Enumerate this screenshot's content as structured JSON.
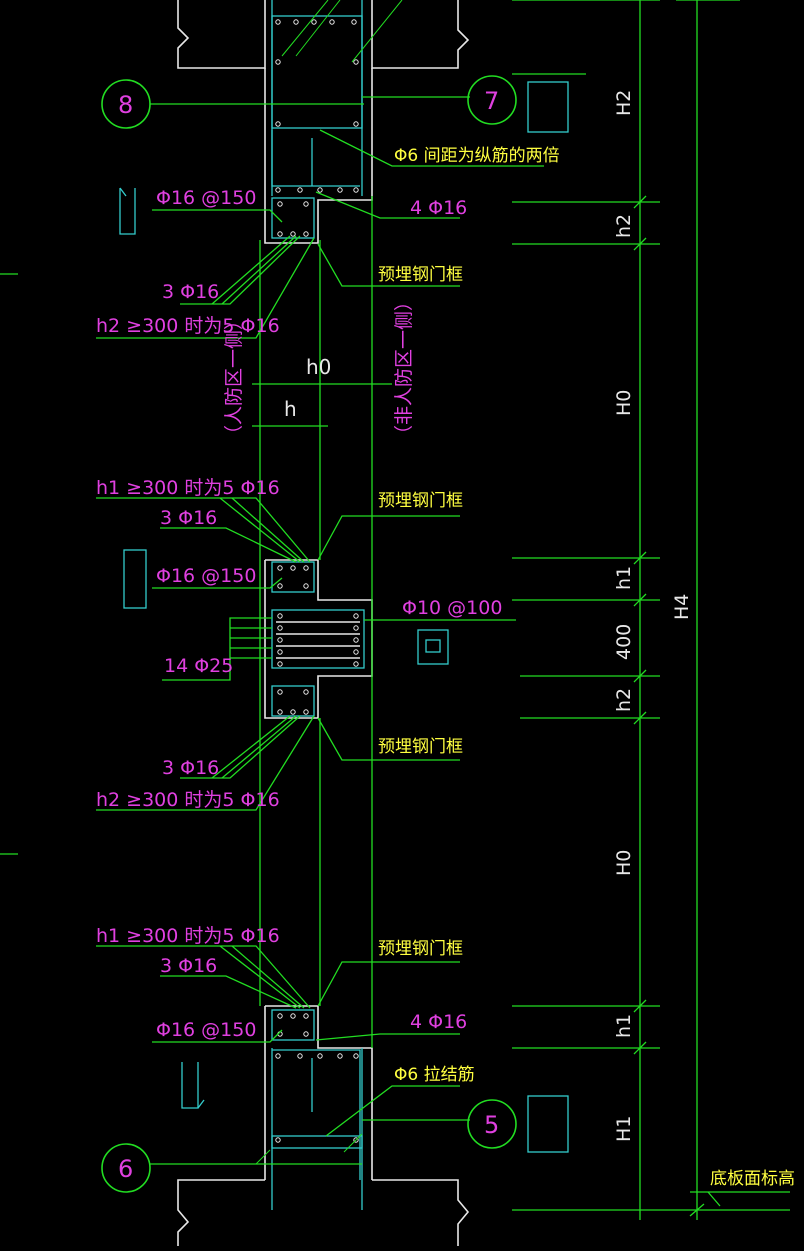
{
  "colors": {
    "background": "#000000",
    "line_green": "#22dd22",
    "line_cyan": "#33cccc",
    "line_white": "#e8e8e8",
    "text_magenta": "#e040e0",
    "text_yellow": "#ffff40"
  },
  "markers": {
    "m8": "8",
    "m7": "7",
    "m5": "5",
    "m6": "6"
  },
  "labels": {
    "phi6_spacing": "Φ6 间距为纵筋的两倍",
    "phi16_150_a": "Φ16 @150",
    "phi16_150_b": "Φ16 @150",
    "phi16_150_c": "Φ16 @150",
    "four_phi16_a": "4 Φ16",
    "four_phi16_b": "4 Φ16",
    "three_phi16_a": "3 Φ16",
    "three_phi16_b": "3 Φ16",
    "three_phi16_c": "3 Φ16",
    "three_phi16_d": "3 Φ16",
    "h2_300_a": "h2 ≥300 时为5 Φ16",
    "h2_300_b": "h2 ≥300 时为5 Φ16",
    "h1_300_a": "h1 ≥300 时为5 Φ16",
    "h1_300_b": "h1 ≥300 时为5 Φ16",
    "embed_1": "预埋钢门框",
    "embed_2": "预埋钢门框",
    "embed_3": "预埋钢门框",
    "embed_4": "预埋钢门框",
    "phi10_100": "Φ10 @100",
    "fourteen_phi25": "14 Φ25",
    "phi6_tie": "Φ6 拉结筋",
    "civil_side": "（人防区一侧）",
    "noncivil_side": "（非人防区一侧）",
    "h0_top": "h0",
    "h_top": "h",
    "slab_elev": "底板面标高"
  },
  "dimensions": {
    "H2": "H2",
    "h2_top": "h2",
    "H0_upper": "H0",
    "h1_upper": "h1",
    "d400": "400",
    "h2_mid": "h2",
    "H0_lower": "H0",
    "h1_lower": "h1",
    "H1": "H1",
    "H4": "H4"
  }
}
